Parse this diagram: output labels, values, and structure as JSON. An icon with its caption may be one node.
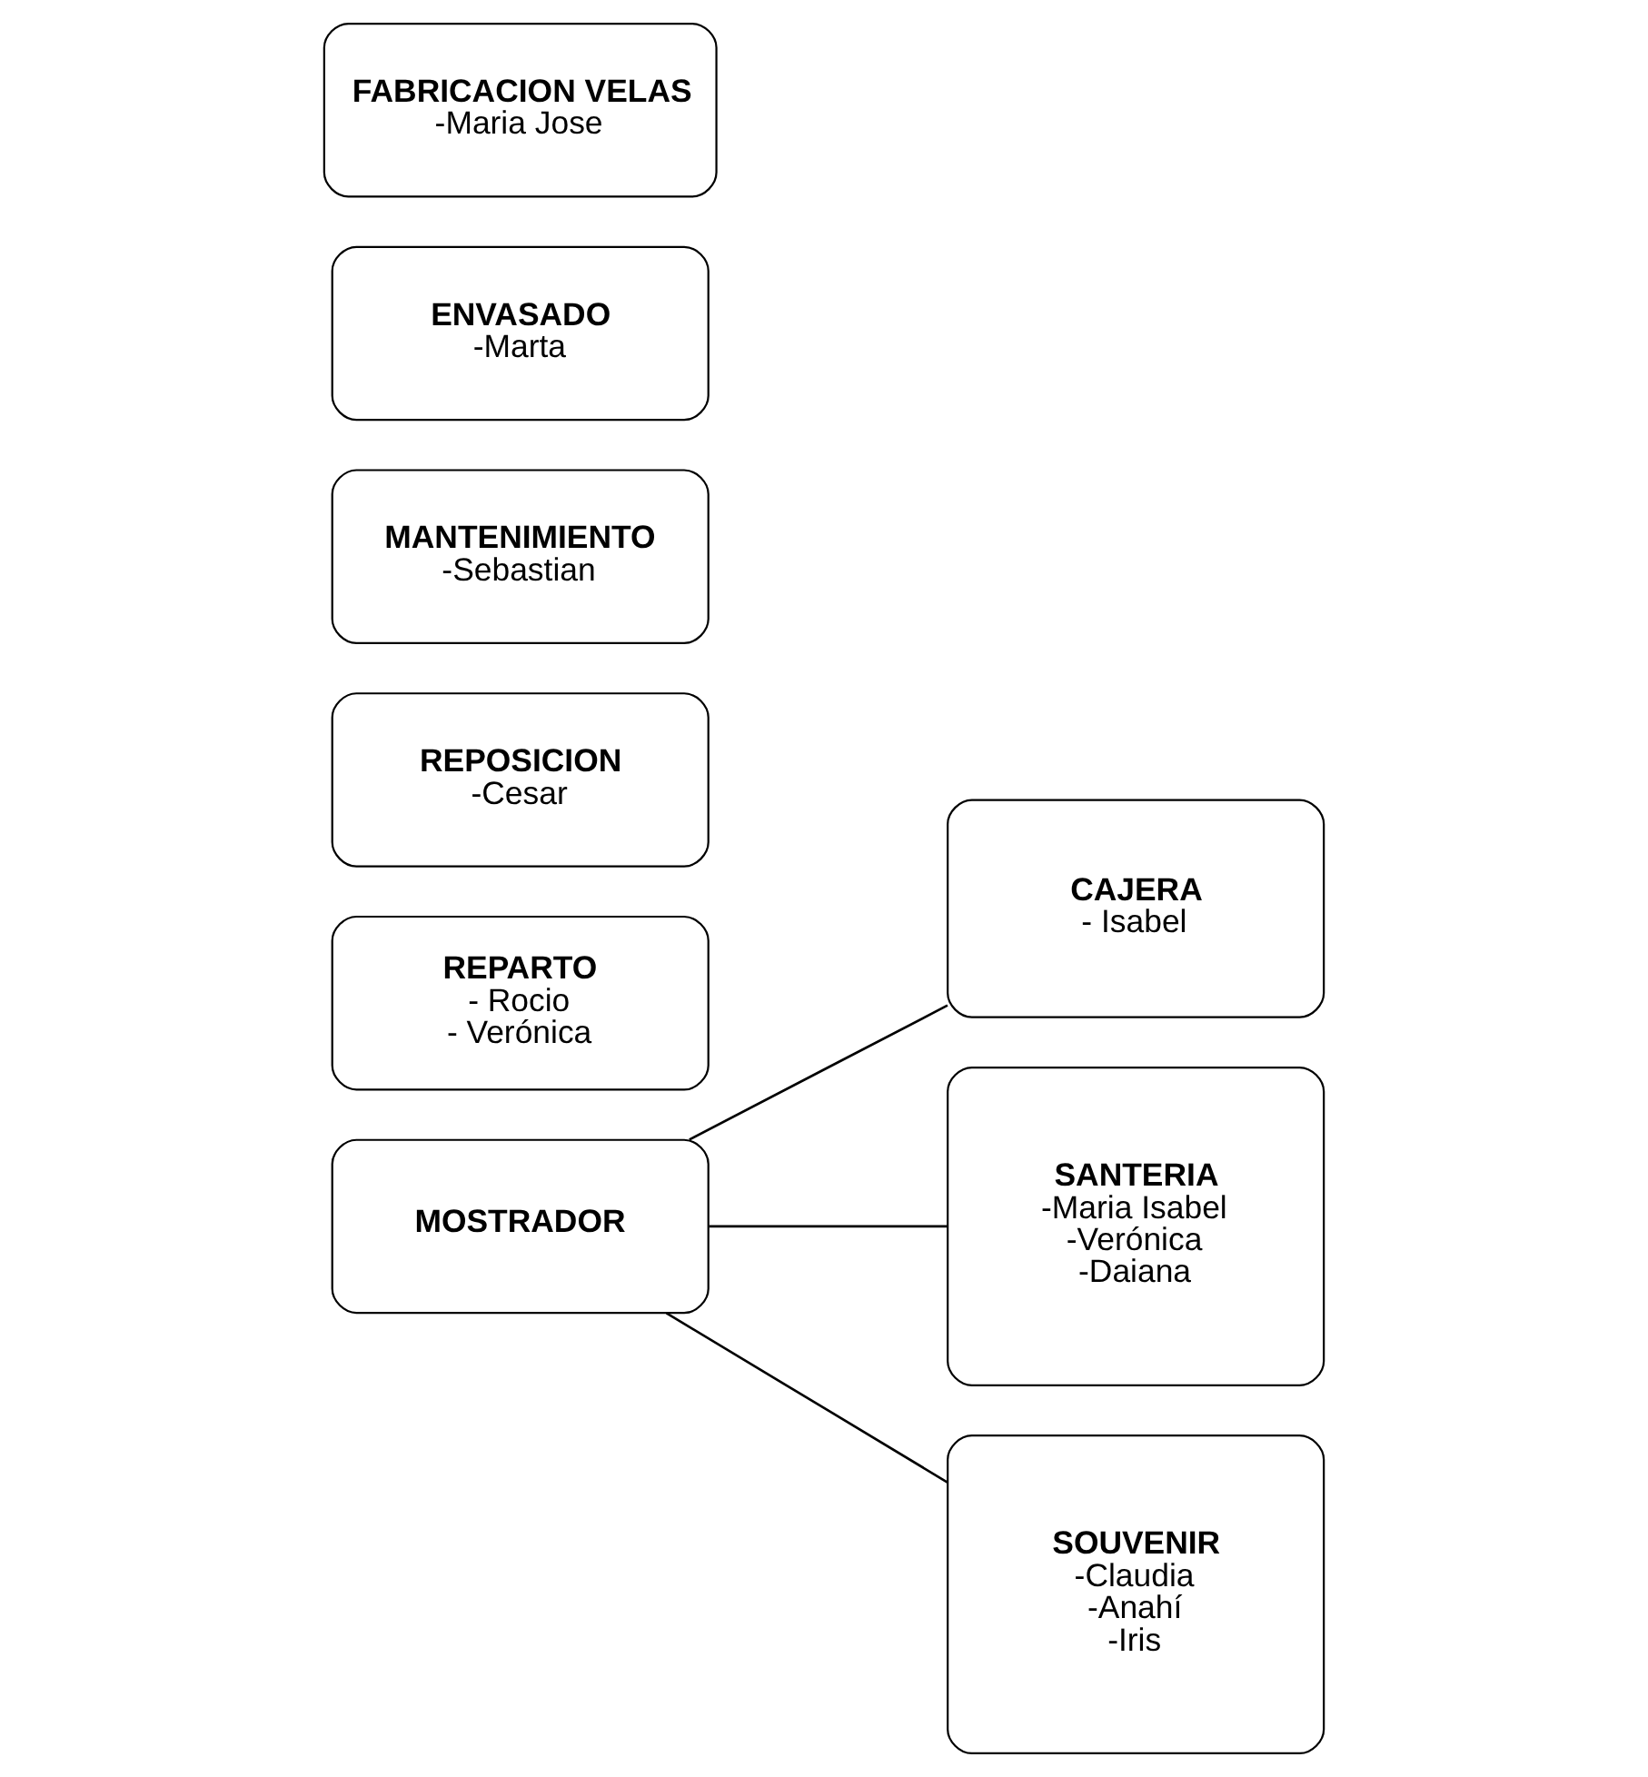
{
  "diagram": {
    "nodes": [
      {
        "text": [
          "MOSTRADOR"
        ]
      },
      {
        "text": [
          "CAJERA",
          "- Isabel"
        ]
      },
      {
        "text": [
          "REPARTO",
          "- Rocio",
          "- Verónica"
        ]
      },
      {
        "text": [
          "SANTERIA",
          "-Maria Isabel",
          "-Verónica",
          "-Daiana"
        ]
      },
      {
        "text": [
          "REPOSICION",
          "-Cesar"
        ]
      },
      {
        "text": [
          "MANTENIMIENTO",
          "-Sebastian"
        ]
      },
      {
        "text": [
          "SOUVENIR",
          "-Claudia",
          "-Anahí",
          "-Iris"
        ]
      },
      {
        "text": [
          "ENVASADO",
          "-Marta"
        ]
      },
      {
        "text": [
          "FABRICACION VELAS",
          "-Maria Jose"
        ]
      }
    ],
    "edges": [
      {
        "from": 0,
        "to": 1,
        "arrow": "none"
      },
      {
        "from": 0,
        "to": 3,
        "arrow": "none"
      },
      {
        "from": 0,
        "to": 6,
        "arrow": "none"
      }
    ]
  }
}
